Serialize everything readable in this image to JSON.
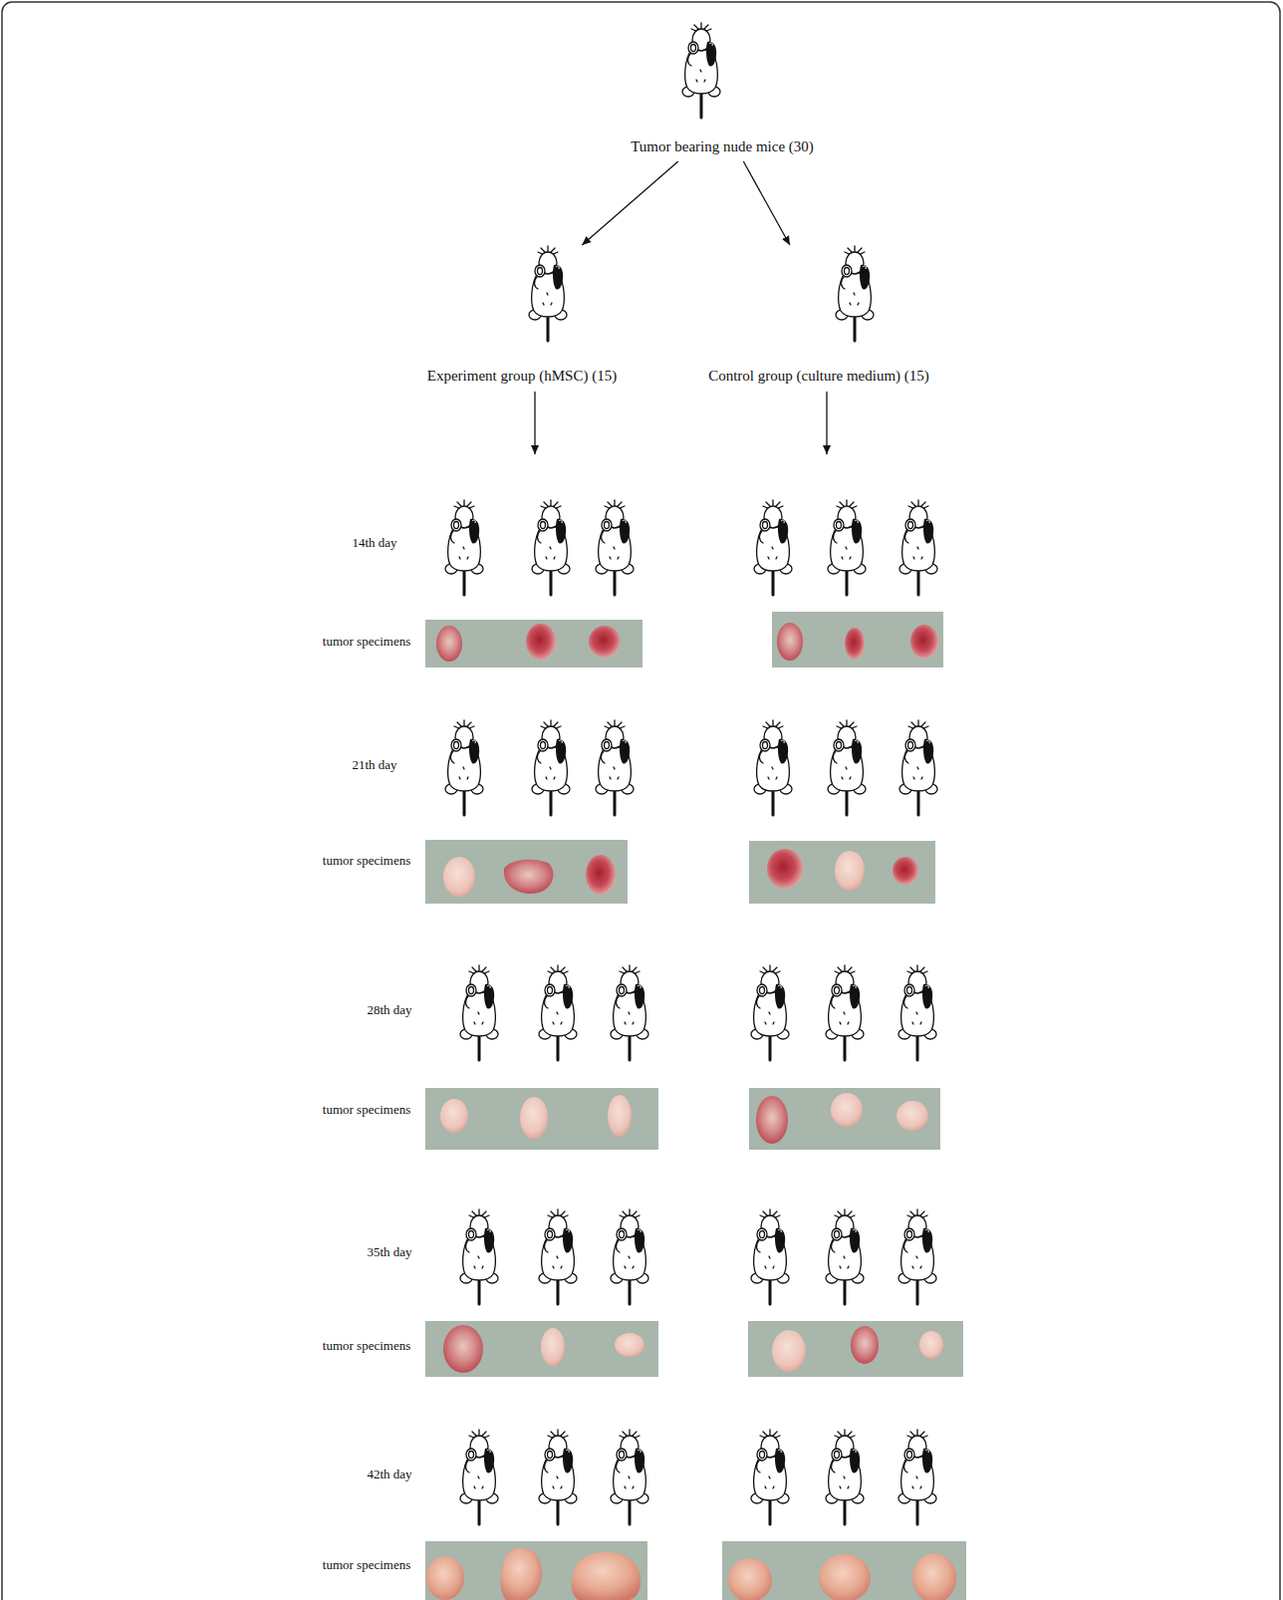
{
  "diagram": {
    "nodes": [
      {
        "text": [
          "Tumor bearing nude mice (30)"
        ]
      },
      {
        "text": [
          "Experiment group (hMSC) (15)"
        ]
      },
      {
        "text": [
          "Control group (culture medium) (15)"
        ]
      }
    ],
    "edges": [
      {
        "from": 0,
        "to": 1,
        "arrow": "to"
      },
      {
        "from": 0,
        "to": 2,
        "arrow": "to"
      }
    ],
    "labels": [
      "14th day",
      "tumor specimens",
      "21th day",
      "tumor specimens",
      "28th day",
      "tumor specimens",
      "35th day",
      "tumor specimens",
      "42th day",
      "tumor specimens"
    ]
  }
}
